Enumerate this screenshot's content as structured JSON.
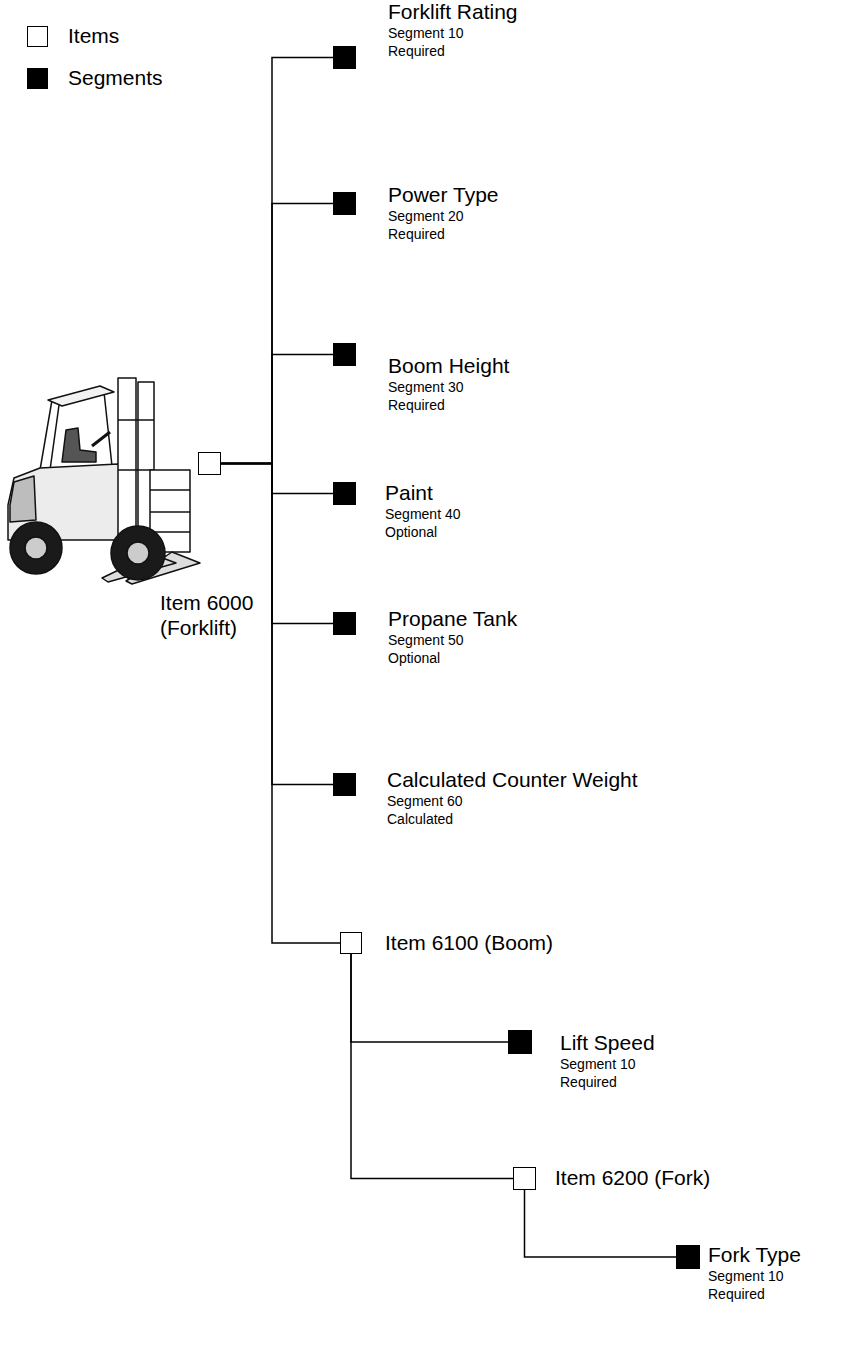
{
  "diagram": {
    "nodes": [
      {
        "text": [
          "Item 6000 (Forklift)"
        ]
      },
      {
        "text": [
          "Forklift Rating",
          "Segment 10",
          "Required"
        ]
      },
      {
        "text": [
          "Power Type",
          "Segment 20",
          "Required"
        ]
      },
      {
        "text": [
          "Boom Height",
          "Segment 30",
          "Required"
        ]
      },
      {
        "text": [
          "Paint",
          "Segment 40",
          "Optional"
        ]
      },
      {
        "text": [
          "Propane Tank",
          "Segment 50",
          "Optional"
        ]
      },
      {
        "text": [
          "Calculated Counter Weight",
          "Segment 60",
          "Calculated"
        ]
      },
      {
        "text": [
          "Item 6100 (Boom)"
        ]
      },
      {
        "text": [
          "Lift Speed",
          "Segment 10",
          "Required"
        ]
      },
      {
        "text": [
          "Item 6200 (Fork)"
        ]
      },
      {
        "text": [
          "Fork Type",
          "Segment 10",
          "Required"
        ]
      }
    ],
    "edges": [
      {
        "from": 0,
        "to": 1,
        "arrow": "none"
      },
      {
        "from": 0,
        "to": 2,
        "arrow": "none"
      },
      {
        "from": 0,
        "to": 3,
        "arrow": "none"
      },
      {
        "from": 0,
        "to": 4,
        "arrow": "none"
      },
      {
        "from": 0,
        "to": 5,
        "arrow": "none"
      },
      {
        "from": 0,
        "to": 6,
        "arrow": "none"
      },
      {
        "from": 0,
        "to": 7,
        "arrow": "none"
      },
      {
        "from": 7,
        "to": 8,
        "arrow": "none"
      },
      {
        "from": 7,
        "to": 9,
        "arrow": "none"
      },
      {
        "from": 9,
        "to": 10,
        "arrow": "none"
      }
    ],
    "legend": [
      {
        "text": "Items",
        "color": "#ffffff"
      },
      {
        "text": "Segments",
        "color": "#000000"
      }
    ]
  }
}
